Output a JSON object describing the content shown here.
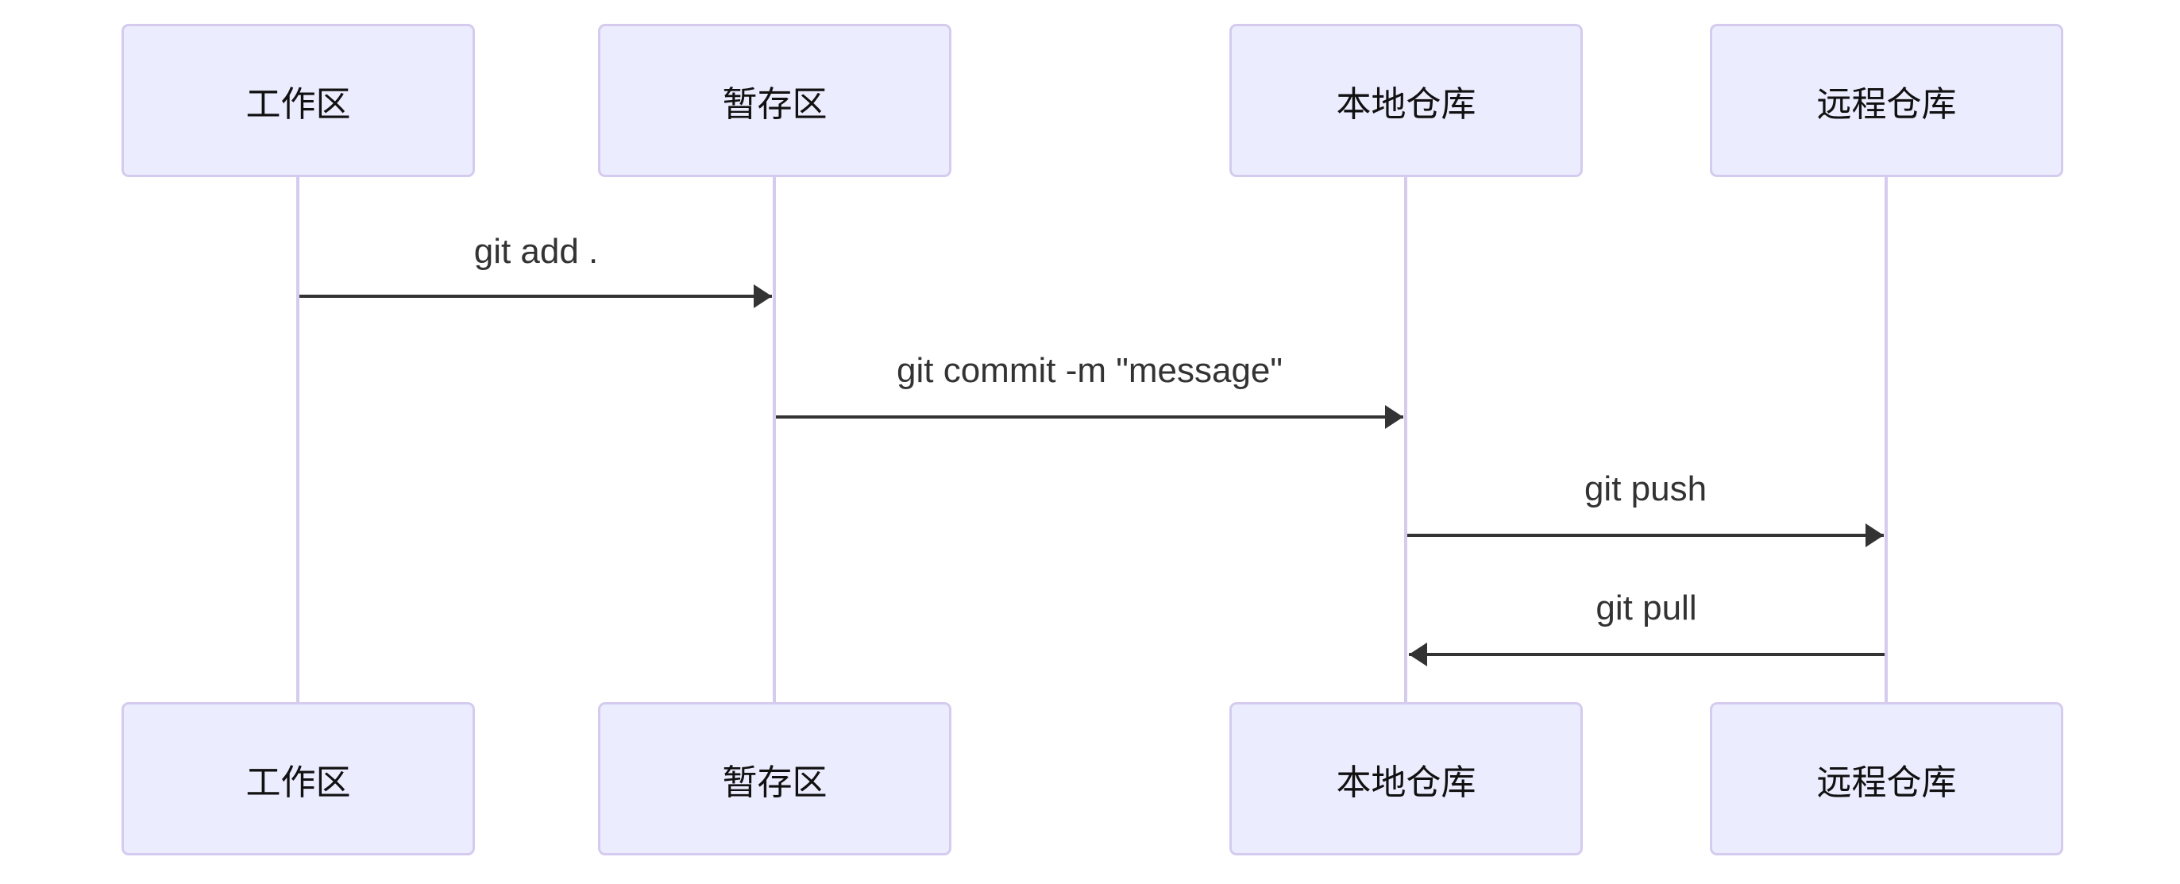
{
  "diagram": {
    "kind": "git-sequence-diagram",
    "actors": [
      {
        "id": "workspace",
        "label": "工作区"
      },
      {
        "id": "staging",
        "label": "暂存区"
      },
      {
        "id": "local-repo",
        "label": "本地仓库"
      },
      {
        "id": "remote-repo",
        "label": "远程仓库"
      }
    ],
    "messages": [
      {
        "from": "工作区",
        "to": "暂存区",
        "direction": "right",
        "label": "git add ."
      },
      {
        "from": "暂存区",
        "to": "本地仓库",
        "direction": "right",
        "label": "git commit -m \"message\""
      },
      {
        "from": "本地仓库",
        "to": "远程仓库",
        "direction": "right",
        "label": "git push"
      },
      {
        "from": "远程仓库",
        "to": "本地仓库",
        "direction": "left",
        "label": "git pull"
      }
    ],
    "colors": {
      "background": "#FFFFFF",
      "actor_fill": "#ECECFF",
      "actor_border": "#D5CBEE",
      "lifeline": "#D5CBEE",
      "actor_text": "#111111",
      "message_text": "#333333",
      "arrow": "#333333"
    }
  }
}
